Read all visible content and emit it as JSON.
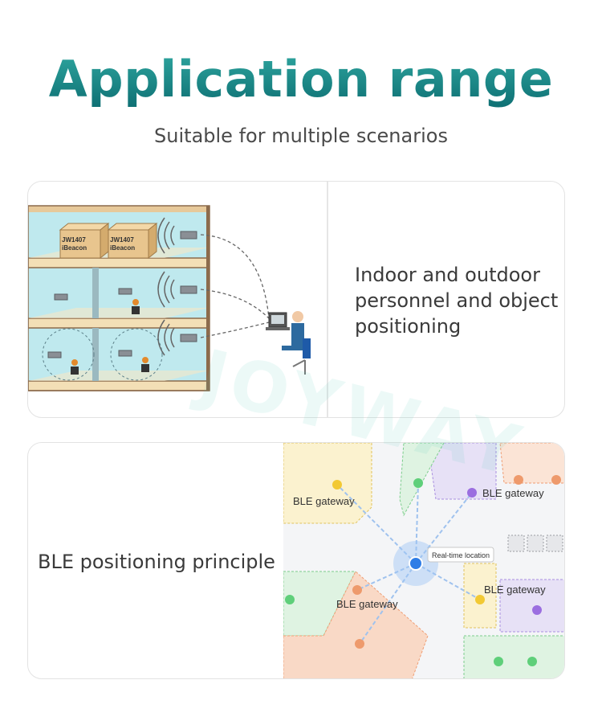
{
  "header": {
    "title": "Application range",
    "subtitle": "Suitable for multiple scenarios"
  },
  "cards": [
    {
      "text": "Indoor and outdoor personnel and object positioning",
      "illustration": {
        "box_labels": [
          {
            "line1": "JW1407",
            "line2": "iBeacon"
          },
          {
            "line1": "JW1407",
            "line2": "iBeacon"
          }
        ]
      }
    },
    {
      "text": "BLE positioning principle",
      "map": {
        "gateway_labels": [
          "BLE gateway",
          "BLE gateway",
          "BLE gateway",
          "BLE gateway"
        ],
        "location_label": "Real-time location"
      }
    }
  ],
  "watermark": "JOYWAY",
  "colors": {
    "title_top": "#2fa7a0",
    "title_bottom": "#0e6f73",
    "gateway_yellow": "#f2c933",
    "gateway_purple": "#9b6ee0",
    "beacon_green": "#5fcf7a",
    "beacon_orange": "#ee9a6c",
    "location_blue": "#2f7de6"
  }
}
